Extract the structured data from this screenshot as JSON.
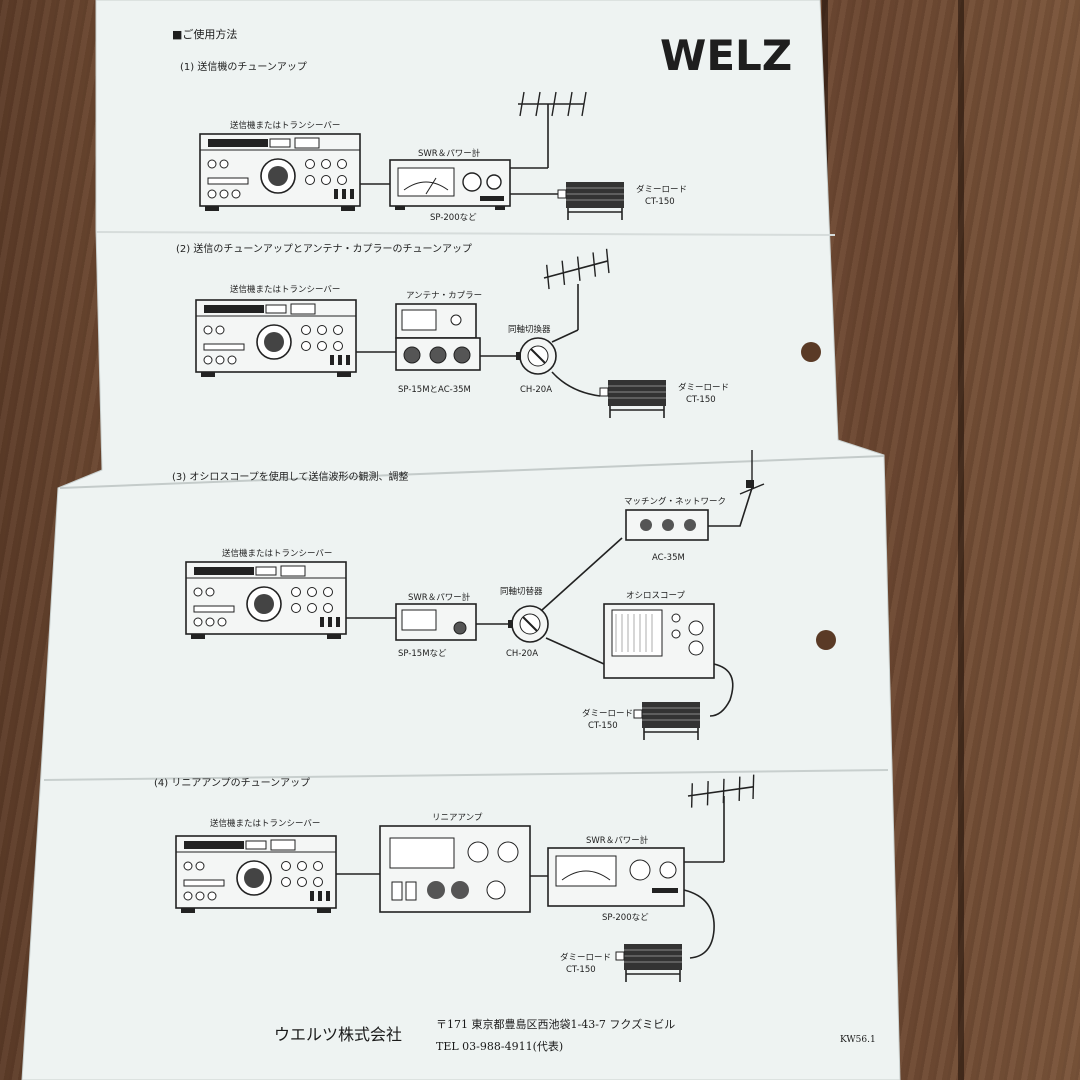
{
  "document": {
    "header": "■ご使用方法",
    "sections": [
      {
        "title": "(1) 送信機のチューンアップ"
      },
      {
        "title": "(2) 送信のチューンアップとアンテナ・カプラーのチューンアップ"
      },
      {
        "title": "(3) オシロスコープを使用して送信波形の観測、調整"
      },
      {
        "title": "(4) リニアアンプのチューンアップ"
      }
    ],
    "labels": {
      "transceiver": "送信機またはトランシーバー",
      "swr_meter": "SWR＆パワー計",
      "sp200": "SP-200など",
      "dummy_load": "ダミーロード",
      "ct150": "CT-150",
      "antenna_coupler": "アンテナ・カプラー",
      "coax_switch_2": "同軸切換器",
      "coax_switch_3": "同軸切替器",
      "sp15m_ac35m": "SP-15MとAC-35M",
      "ch20a": "CH-20A",
      "matching_network": "マッチング・ネットワーク",
      "ac35m": "AC-35M",
      "oscilloscope": "オシロスコープ",
      "sp15m_etc": "SP-15Mなど",
      "linear_amp": "リニアアンプ"
    },
    "footer": {
      "company": "ウエルツ株式会社",
      "address": "〒171 東京都豊島区西池袋1-43-7 フクズミビル",
      "tel": "TEL 03-988-4911(代表)",
      "code": "KW56.1"
    },
    "watermark": "WELZ",
    "colors": {
      "paper": "#eef3f2",
      "ink": "#1e1e1e",
      "wood": "#6f4a32"
    }
  }
}
